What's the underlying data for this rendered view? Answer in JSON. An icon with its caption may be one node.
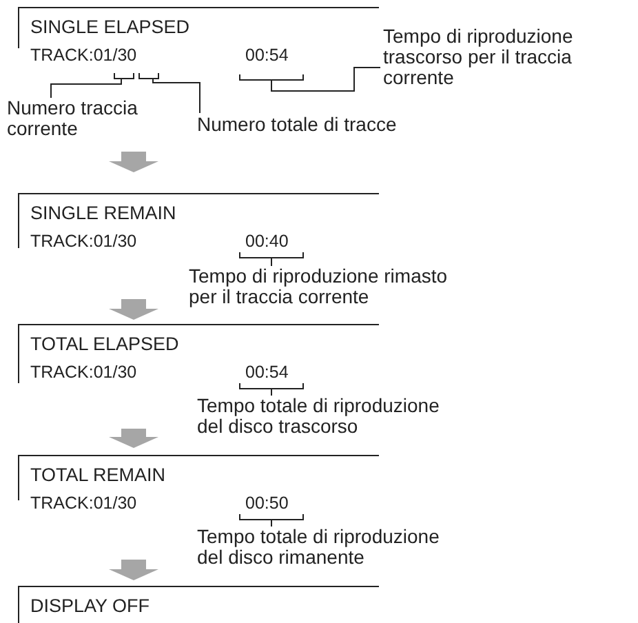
{
  "diagram": {
    "nodes": [
      {
        "text": [
          "SINGLE ELAPSED",
          "TRACK:01/30",
          "00:54"
        ]
      },
      {
        "text": [
          "Tempo di riproduzione trascorso per il traccia corrente"
        ]
      },
      {
        "text": [
          "Numero traccia corrente"
        ]
      },
      {
        "text": [
          "Numero totale di tracce"
        ]
      },
      {
        "text": [
          "SINGLE REMAIN",
          "TRACK:01/30",
          "00:40"
        ]
      },
      {
        "text": [
          "Tempo di riproduzione rimasto per il traccia corrente"
        ]
      },
      {
        "text": [
          "TOTAL ELAPSED",
          "TRACK:01/30",
          "00:54"
        ]
      },
      {
        "text": [
          "Tempo totale di riproduzione del disco trascorso"
        ]
      },
      {
        "text": [
          "TOTAL REMAIN",
          "TRACK:01/30",
          "00:50"
        ]
      },
      {
        "text": [
          "Tempo totale di riproduzione del disco rimanente"
        ]
      },
      {
        "text": [
          "DISPLAY OFF"
        ]
      }
    ],
    "edges": [
      {
        "from": 1,
        "to": 0,
        "arrow": "none"
      },
      {
        "from": 2,
        "to": 0,
        "arrow": "none"
      },
      {
        "from": 3,
        "to": 0,
        "arrow": "none"
      },
      {
        "from": 5,
        "to": 4,
        "arrow": "none"
      },
      {
        "from": 7,
        "to": 6,
        "arrow": "none"
      },
      {
        "from": 9,
        "to": 8,
        "arrow": "none"
      },
      {
        "from": 0,
        "to": 4,
        "arrow": "to",
        "style": "thick",
        "color": "#a6a6a6"
      },
      {
        "from": 4,
        "to": 6,
        "arrow": "to",
        "style": "thick",
        "color": "#a6a6a6"
      },
      {
        "from": 6,
        "to": 8,
        "arrow": "to",
        "style": "thick",
        "color": "#a6a6a6"
      },
      {
        "from": 8,
        "to": 10,
        "arrow": "to",
        "style": "thick",
        "color": "#a6a6a6"
      }
    ]
  }
}
